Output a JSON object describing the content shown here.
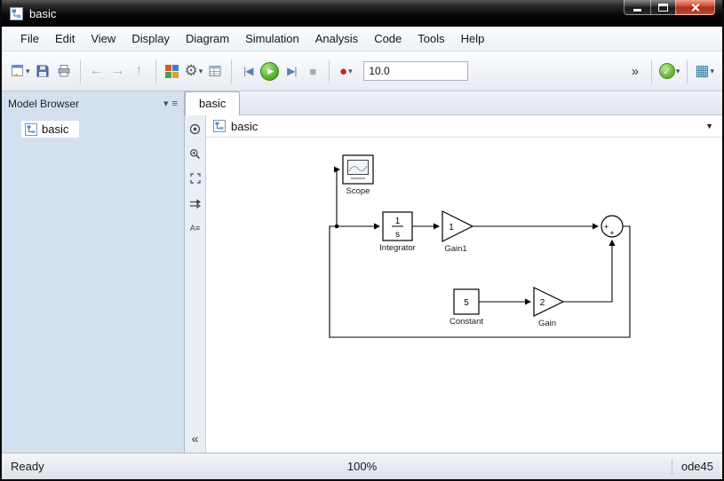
{
  "window": {
    "title": "basic"
  },
  "icons": {
    "dropdown": "▾",
    "back_arrow": "←",
    "forward_arrow": "→",
    "up_arrow": "↑",
    "gear": "⚙",
    "run": "▶",
    "step_back": "|◀",
    "step_forward": "▶|",
    "stop": "■",
    "record": "●",
    "overflow": "»",
    "check": "✓",
    "build_grid": "▦",
    "panel_dropdown": "▾",
    "panel_menu": "≡",
    "annotation": "A≡",
    "collapse": "«",
    "breadcrumb_dropdown": "▼"
  },
  "menu": {
    "items": [
      "File",
      "Edit",
      "View",
      "Display",
      "Diagram",
      "Simulation",
      "Analysis",
      "Code",
      "Tools",
      "Help"
    ]
  },
  "toolbar": {
    "sim_time_value": "10.0"
  },
  "model_browser": {
    "title": "Model Browser",
    "tree": [
      {
        "label": "basic"
      }
    ]
  },
  "tab": {
    "label": "basic"
  },
  "breadcrumb": {
    "model": "basic"
  },
  "diagram": {
    "scope": {
      "label": "Scope"
    },
    "integrator": {
      "label": "Integrator",
      "numerator": "1",
      "denominator": "s"
    },
    "gain1": {
      "label": "Gain1",
      "value": "1"
    },
    "constant": {
      "label": "Constant",
      "value": "5"
    },
    "gain": {
      "label": "Gain",
      "value": "2"
    },
    "sum": {
      "sign_left": "+",
      "sign_bottom": "+"
    }
  },
  "statusbar": {
    "state": "Ready",
    "zoom": "100%",
    "solver": "ode45"
  }
}
